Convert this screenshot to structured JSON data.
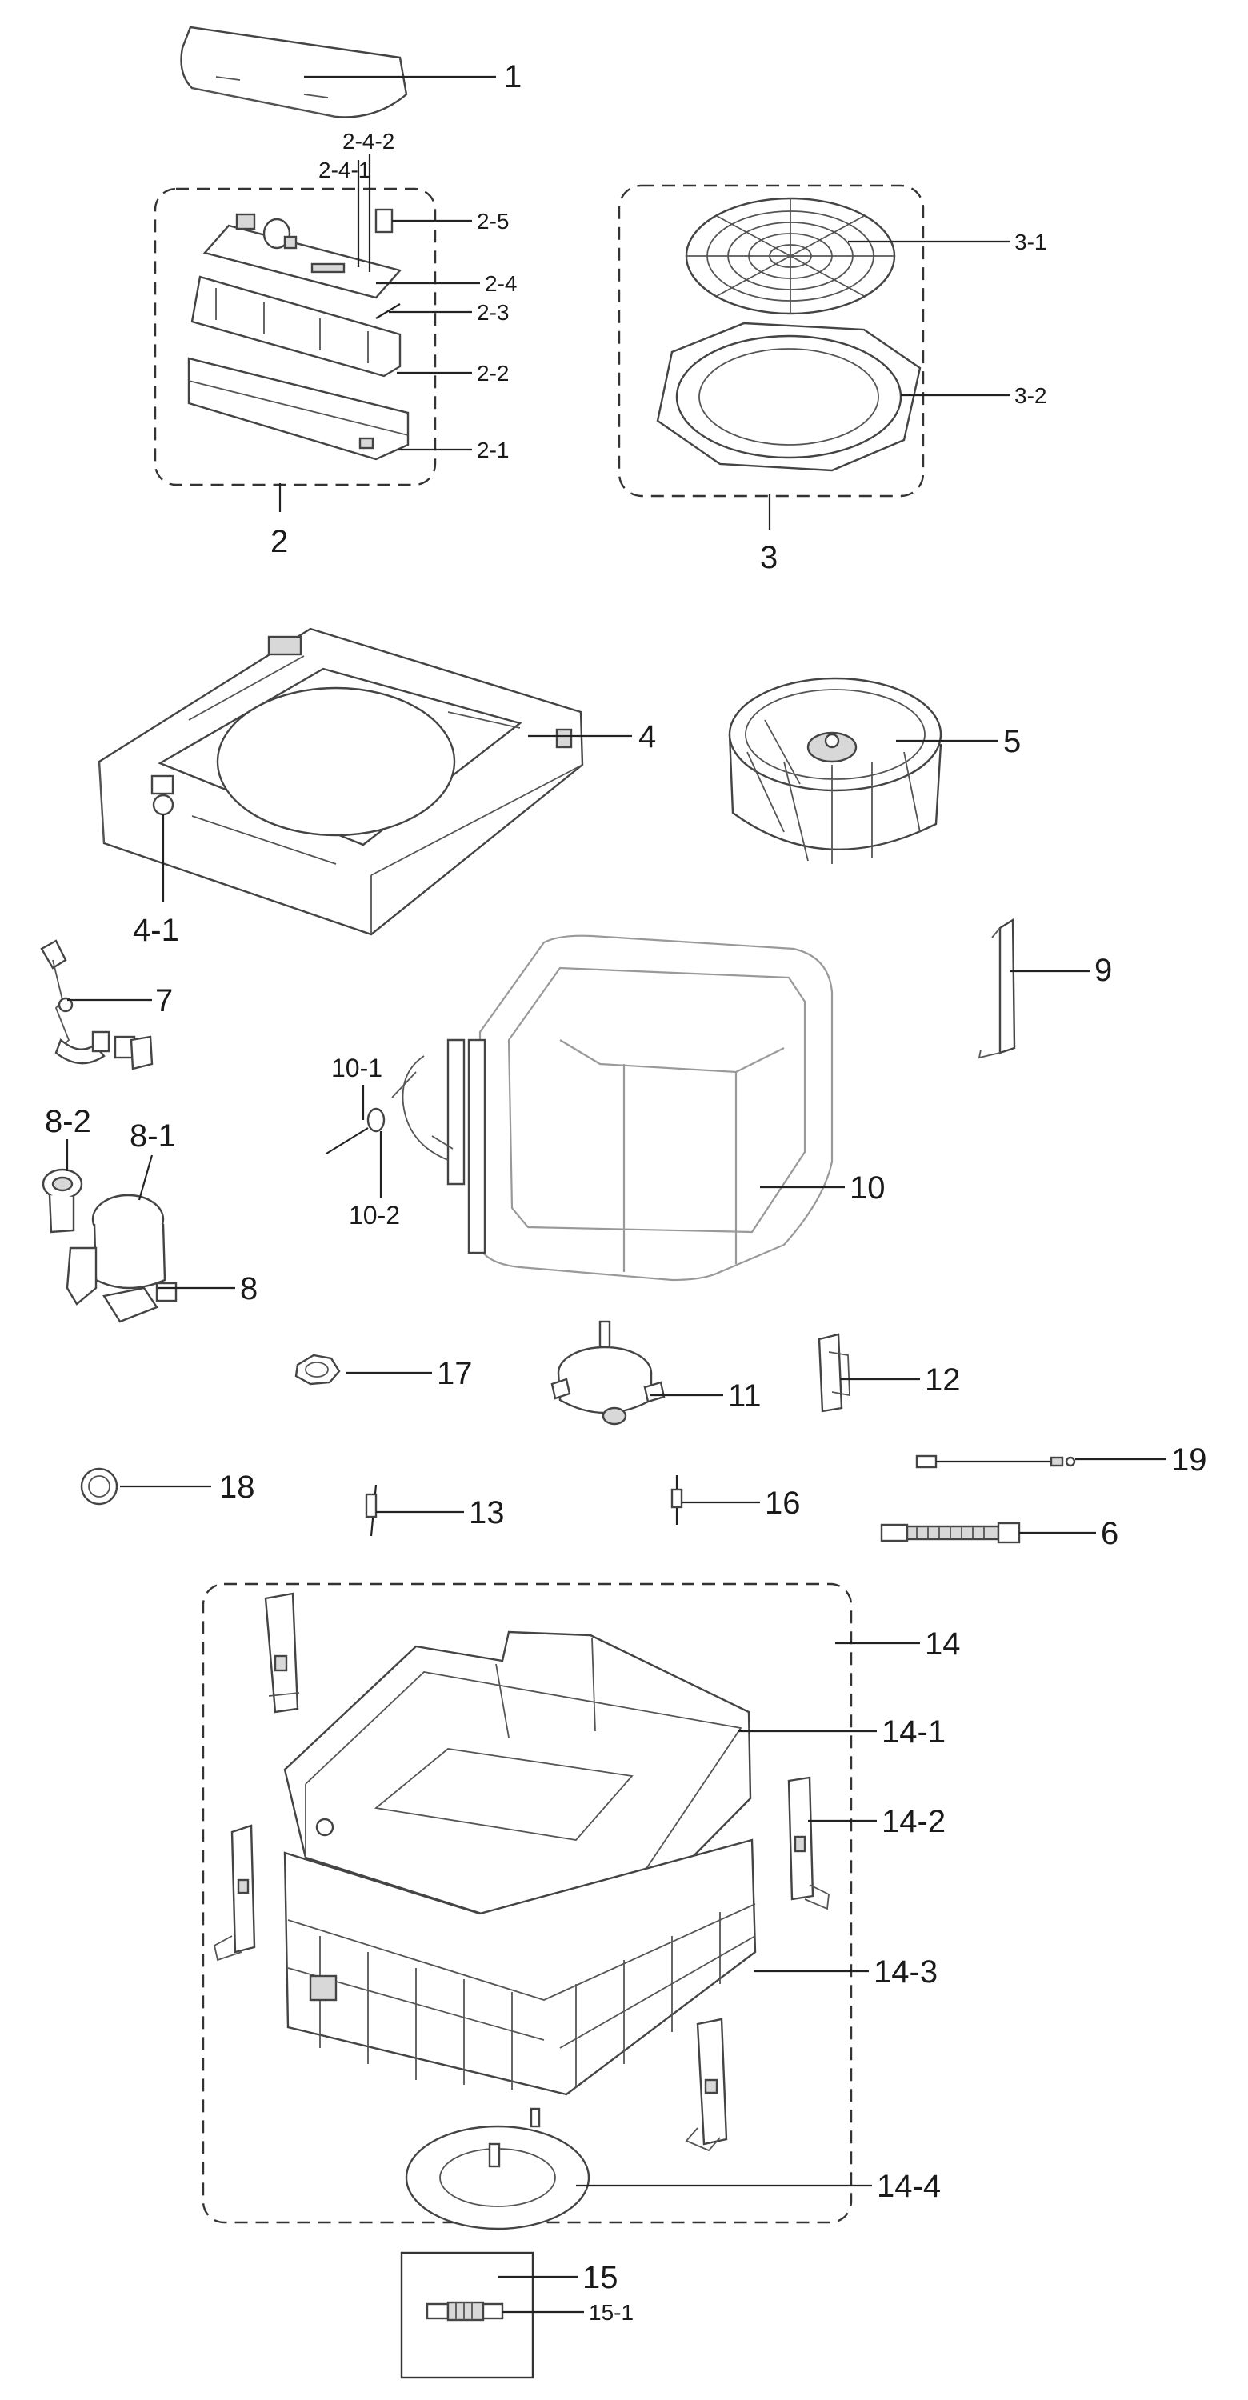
{
  "labels": {
    "l1": "1",
    "l2": "2",
    "l2_1": "2-1",
    "l2_2": "2-2",
    "l2_3": "2-3",
    "l2_4": "2-4",
    "l2_4_1": "2-4-1",
    "l2_4_2": "2-4-2",
    "l2_5": "2-5",
    "l3": "3",
    "l3_1": "3-1",
    "l3_2": "3-2",
    "l4": "4",
    "l4_1": "4-1",
    "l5": "5",
    "l6": "6",
    "l7": "7",
    "l8": "8",
    "l8_1": "8-1",
    "l8_2": "8-2",
    "l9": "9",
    "l10": "10",
    "l10_1": "10-1",
    "l10_2": "10-2",
    "l11": "11",
    "l12": "12",
    "l13": "13",
    "l14": "14",
    "l14_1": "14-1",
    "l14_2": "14-2",
    "l14_3": "14-3",
    "l14_4": "14-4",
    "l15": "15",
    "l15_1": "15-1",
    "l16": "16",
    "l17": "17",
    "l18": "18",
    "l19": "19"
  }
}
